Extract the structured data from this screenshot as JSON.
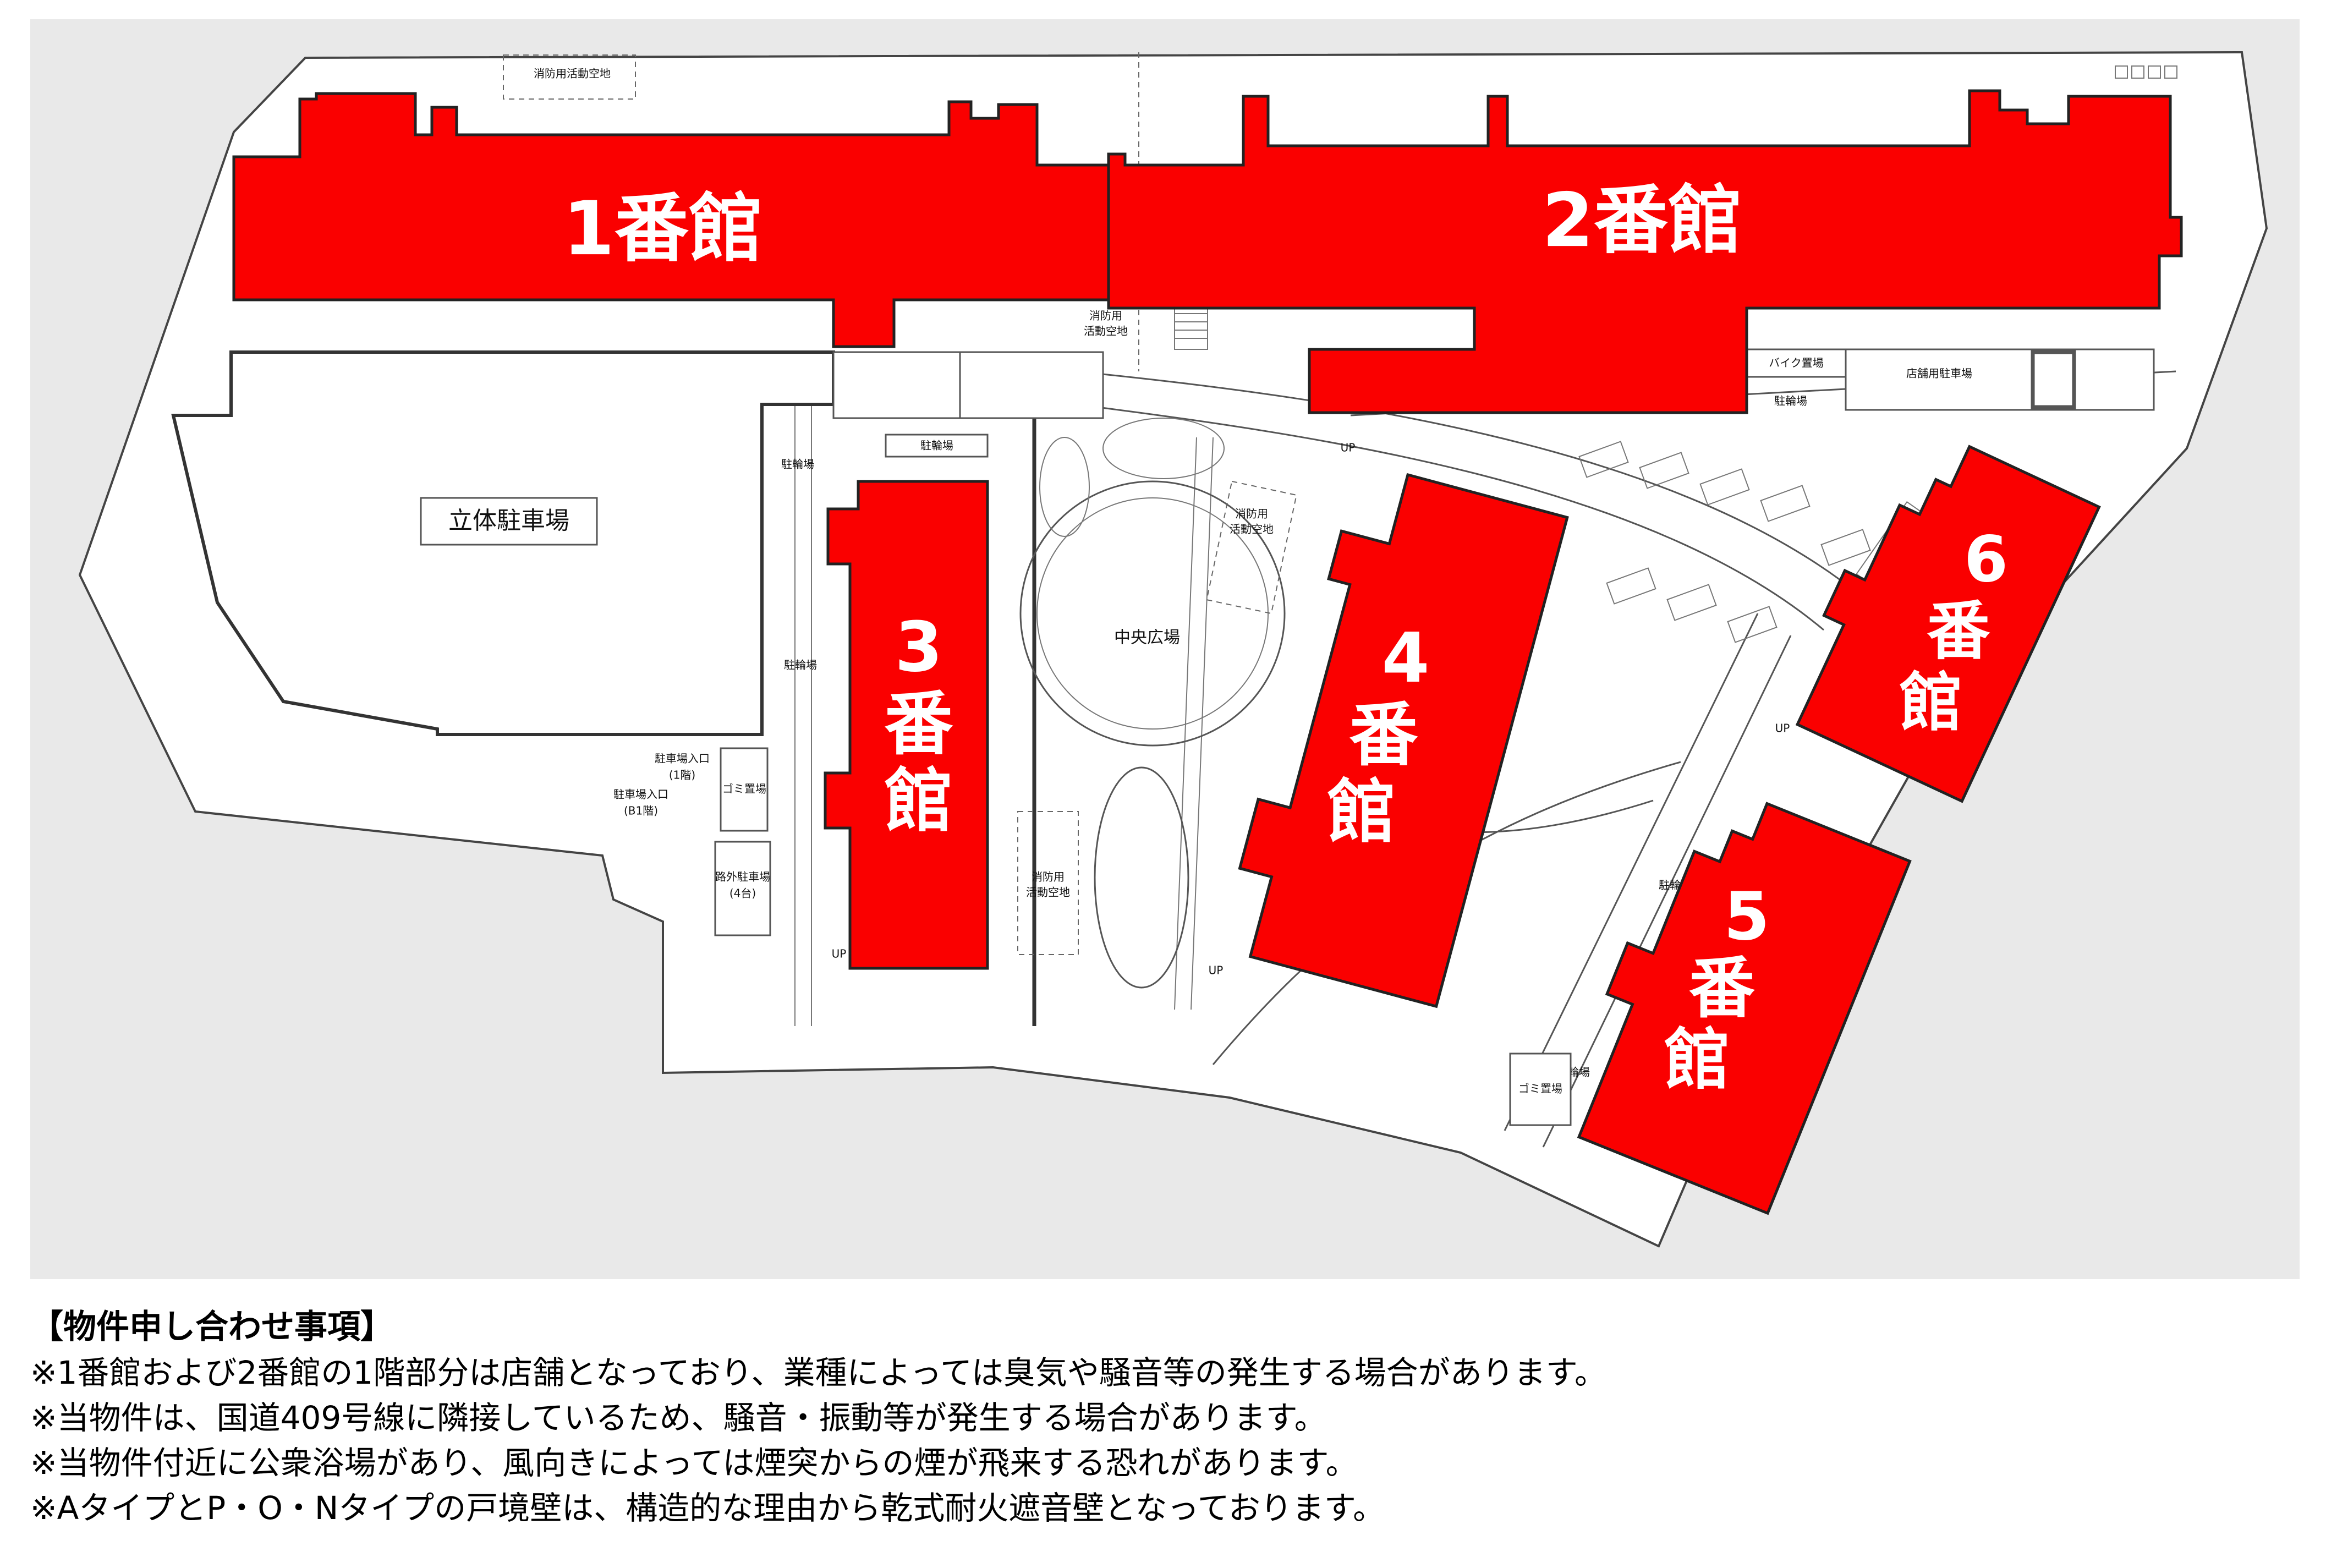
{
  "map": {
    "background_color": "#e9e9e9",
    "site_color": "#ffffff",
    "building_color": "#fa0000",
    "buildings": [
      {
        "id": "b1",
        "label": "1番館"
      },
      {
        "id": "b2",
        "label": "2番館"
      },
      {
        "id": "b3",
        "label_lines": [
          "3",
          "番",
          "館"
        ]
      },
      {
        "id": "b4",
        "label_lines": [
          "4",
          "番",
          "館"
        ]
      },
      {
        "id": "b5",
        "label_lines": [
          "5",
          "番",
          "館"
        ]
      },
      {
        "id": "b6",
        "label_lines": [
          "6",
          "番",
          "館"
        ]
      }
    ],
    "facility_labels": {
      "parking_garage": "立体駐車場",
      "central_plaza": "中央広場",
      "fire_space_top": "消防用活動空地",
      "fire_space_mid_line1": "消防用",
      "fire_space_mid_line2": "活動空地",
      "fire_space_plaza_line1": "消防用",
      "fire_space_plaza_line2": "活動空地",
      "fire_space_lower_line1": "消防用",
      "fire_space_lower_line2": "活動空地",
      "bike_parking": "バイク置場",
      "bicycle_parking_b2": "駐輪場",
      "store_parking": "店舗用駐車場",
      "bicycle_parking_b3_top": "駐輪場",
      "bicycle_parking_left_1": "駐輪場",
      "bicycle_parking_left_2": "駐輪場",
      "bicycle_parking_b5": "駐輪場",
      "bicycle_parking_b5_lower": "駐輪場",
      "garbage_area_left": "ゴミ置場",
      "garbage_area_right": "ゴミ置場",
      "parking_entrance_1f_line1": "駐車場入口",
      "parking_entrance_1f_line2": "(1階)",
      "parking_entrance_b1_line1": "駐車場入口",
      "parking_entrance_b1_line2": "(B1階)",
      "roadside_parking_line1": "路外駐車場",
      "roadside_parking_line2": "(4台)",
      "up_1": "UP",
      "up_2": "UP",
      "up_3": "UP",
      "up_4": "UP"
    }
  },
  "notes": {
    "heading": "【物件申し合わせ事項】",
    "lines": [
      "※1番館および2番館の1階部分は店舗となっており、業種によっては臭気や騒音等の発生する場合があります。",
      "※当物件は、国道409号線に隣接しているため、騒音・振動等が発生する場合があります。",
      "※当物件付近に公衆浴場があり、風向きによっては煙突からの煙が飛来する恐れがあります。",
      "※AタイプとP・O・Nタイプの戸境壁は、構造的な理由から乾式耐火遮音壁となっております。"
    ]
  }
}
